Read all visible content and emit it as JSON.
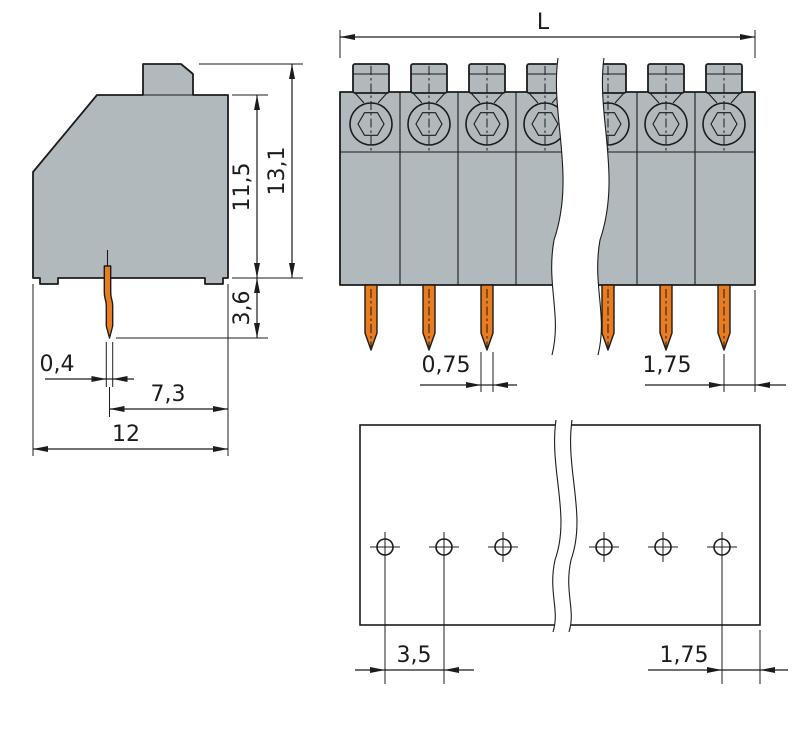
{
  "dimensions": {
    "side_view": {
      "pin_width": "0,4",
      "pin_to_right_edge": "7,3",
      "overall_depth": "12",
      "housing_height": "11,5",
      "overall_height": "13,1",
      "pin_protrusion": "3,6"
    },
    "front_view": {
      "overall_length": "L",
      "pin_width": "0,75",
      "last_pin_to_edge": "1,75"
    },
    "drilling_plan": {
      "hole_pitch": "3,5",
      "last_hole_to_edge": "1,75"
    }
  },
  "colors": {
    "housing": "#b2b9bd",
    "pin": "#e87c1e",
    "line": "#1c1c1c",
    "background": "#ffffff"
  }
}
